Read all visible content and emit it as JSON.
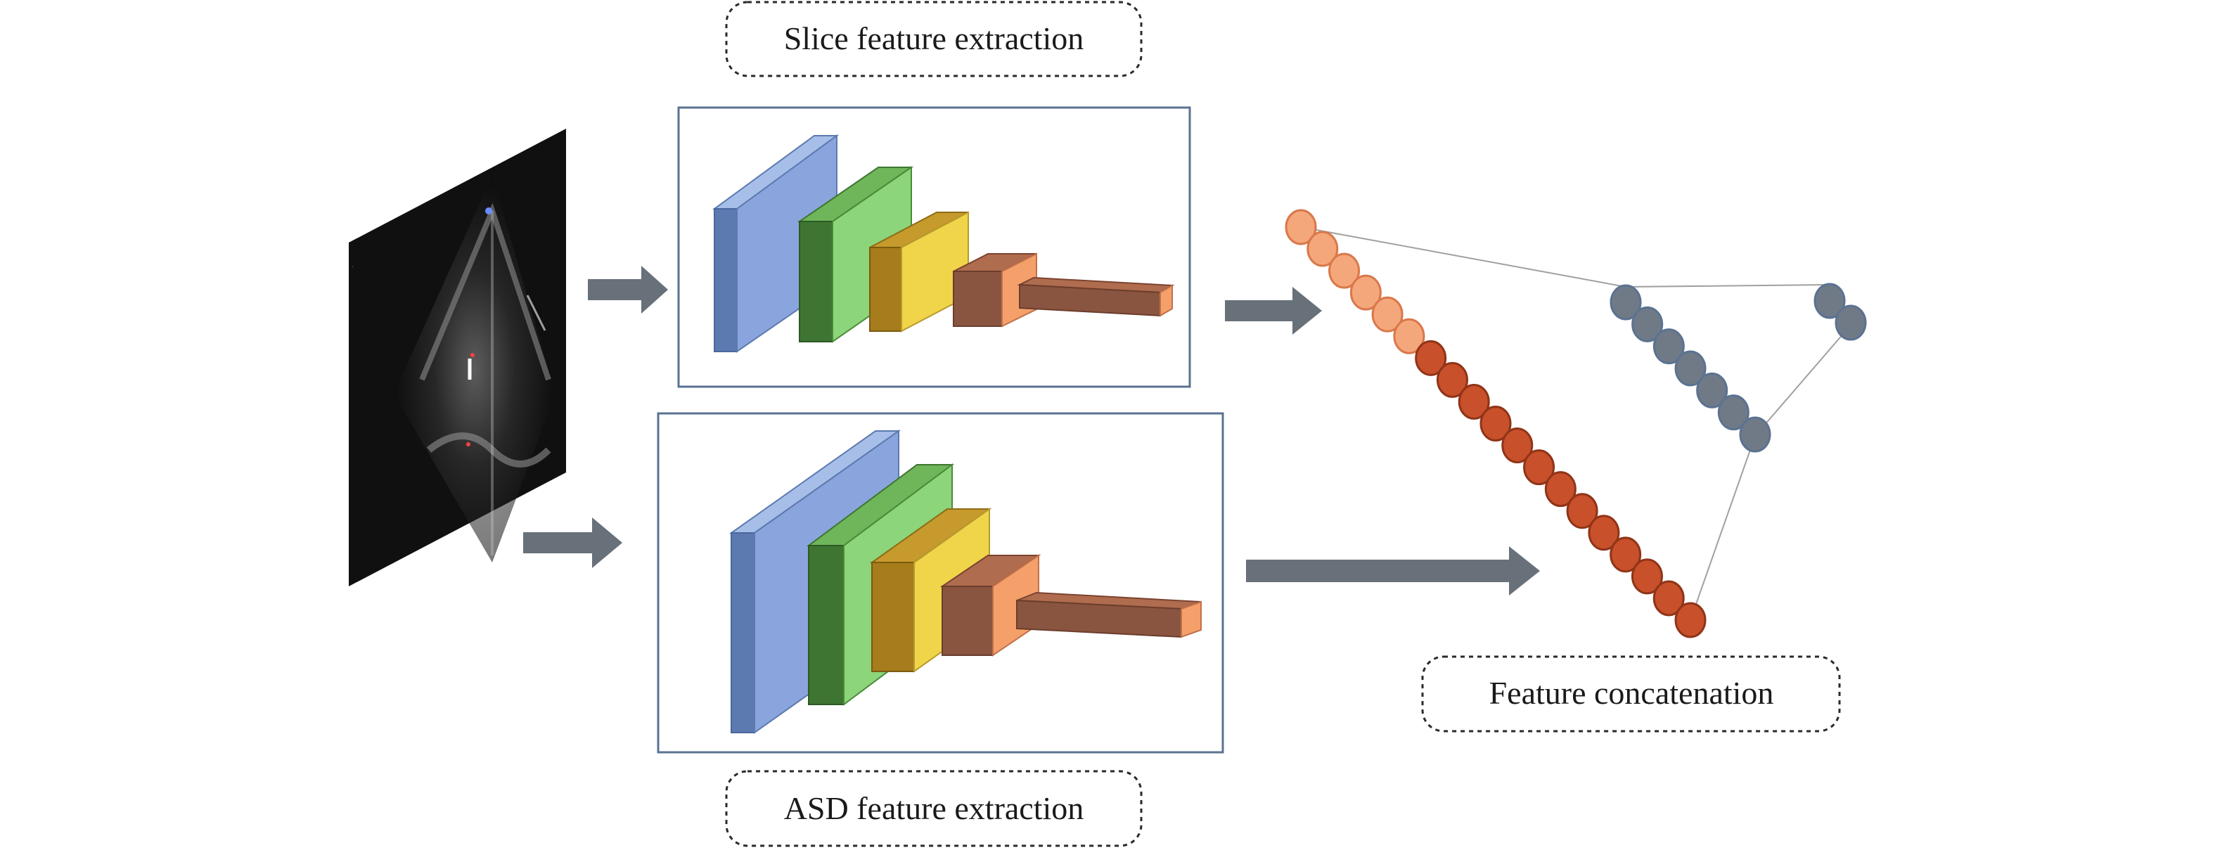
{
  "labels": {
    "slice": "Slice feature extraction",
    "asd": "ASD feature extraction",
    "concat": "Feature concatenation"
  },
  "colors": {
    "arrow": "#687079",
    "box_border": "#5b7291",
    "layer_blue": "#8aa5dd",
    "layer_green": "#8cd57a",
    "layer_gold": "#f0d44a",
    "layer_orange": "#f5a06a",
    "node_light": "#f4a77a",
    "node_dark": "#c8502a",
    "node_gray": "#707a86"
  },
  "icons": {
    "image": "echocardiogram-slice",
    "arrows": "right-arrow-icon"
  },
  "nodes": {
    "concat_light_count": 6,
    "concat_dark_count": 13,
    "hidden_count": 7,
    "output_count": 2
  }
}
